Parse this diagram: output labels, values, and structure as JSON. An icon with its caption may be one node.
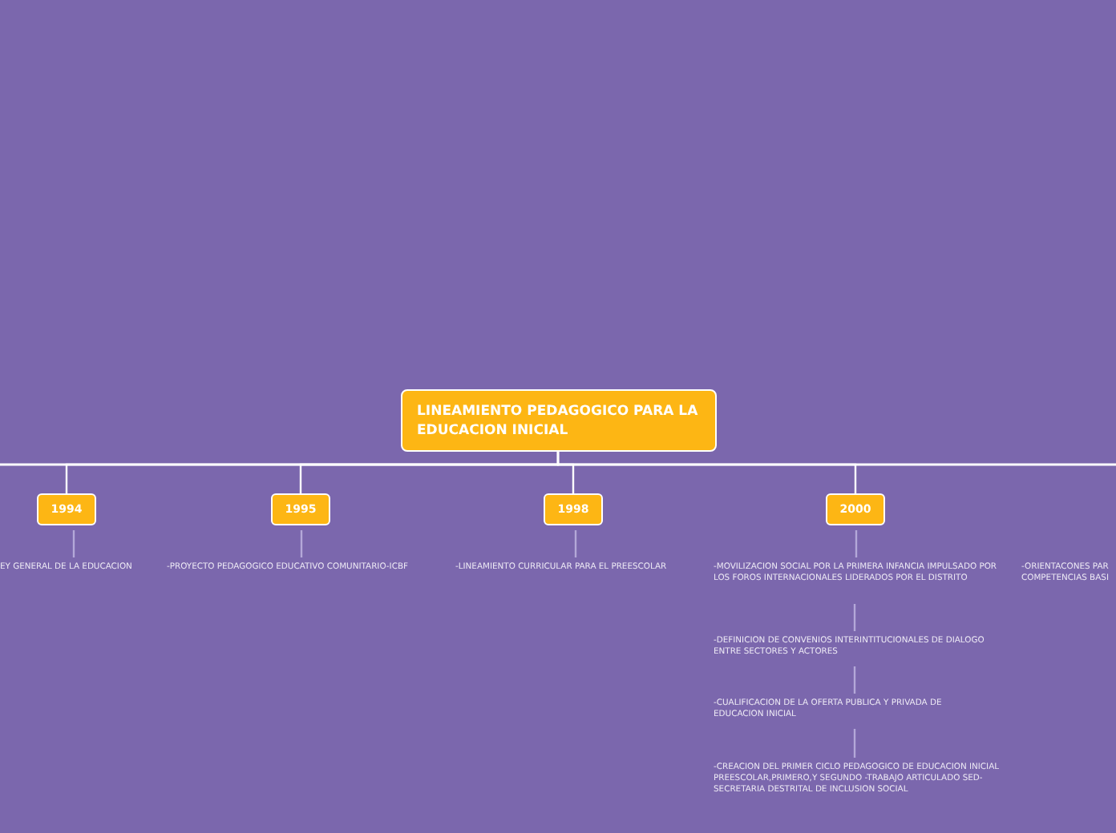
{
  "diagram": {
    "nodes": [
      {
        "text": [
          "LINEAMIENTO PEDAGOGICO PARA LA EDUCACION INICIAL"
        ]
      },
      {
        "text": [
          "1994"
        ]
      },
      {
        "text": [
          "1995"
        ]
      },
      {
        "text": [
          "1998"
        ]
      },
      {
        "text": [
          "2000"
        ]
      },
      {
        "text": [
          "EY GENERAL DE LA EDUCACION"
        ]
      },
      {
        "text": [
          "-PROYECTO PEDAGOGICO EDUCATIVO COMUNITARIO-ICBF"
        ]
      },
      {
        "text": [
          "-LINEAMIENTO CURRICULAR PARA EL PREESCOLAR"
        ]
      },
      {
        "text": [
          "-MOVILIZACION SOCIAL POR LA PRIMERA INFANCIA IMPULSADO POR LOS FOROS INTERNACIONALES LIDERADOS POR EL DISTRITO"
        ]
      },
      {
        "text": [
          "-DEFINICION DE CONVENIOS INTERINTITUCIONALES DE DIALOGO ENTRE SECTORES Y ACTORES"
        ]
      },
      {
        "text": [
          "-CUALIFICACION DE LA OFERTA PUBLICA Y PRIVADA DE EDUCACION INICIAL"
        ]
      },
      {
        "text": [
          "-CREACION DEL PRIMER CICLO PEDAGOGICO DE EDUCACION INICIAL PREESCOLAR,PRIMERO,Y SEGUNDO -TRABAJO ARTICULADO SED-SECRETARIA DESTRITAL DE INCLUSION SOCIAL"
        ]
      },
      {
        "text": [
          "-ORIENTACONES PAR COMPETENCIAS BASI"
        ]
      }
    ],
    "edges": [
      {
        "from": 0,
        "to": 1,
        "arrow": "none",
        "color": "#ffffff"
      },
      {
        "from": 0,
        "to": 2,
        "arrow": "none",
        "color": "#ffffff"
      },
      {
        "from": 0,
        "to": 3,
        "arrow": "none",
        "color": "#ffffff"
      },
      {
        "from": 0,
        "to": 4,
        "arrow": "none",
        "color": "#ffffff"
      },
      {
        "from": 1,
        "to": 5,
        "arrow": "none"
      },
      {
        "from": 2,
        "to": 6,
        "arrow": "none"
      },
      {
        "from": 3,
        "to": 7,
        "arrow": "none"
      },
      {
        "from": 4,
        "to": 8,
        "arrow": "none"
      },
      {
        "from": 8,
        "to": 9,
        "arrow": "none"
      },
      {
        "from": 9,
        "to": 10,
        "arrow": "none"
      },
      {
        "from": 10,
        "to": 11,
        "arrow": "none"
      }
    ]
  }
}
